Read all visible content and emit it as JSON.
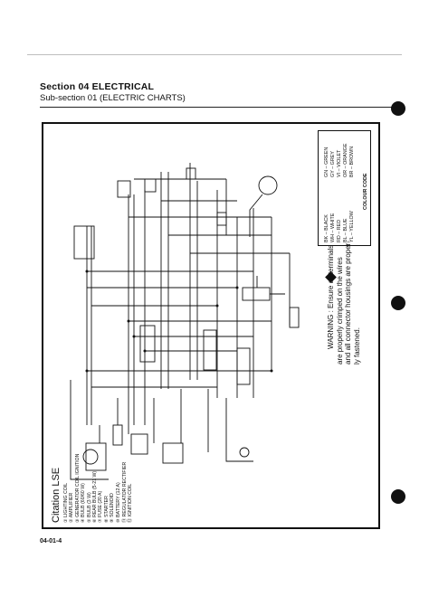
{
  "header": {
    "section": "Section 04   ELECTRICAL",
    "subsection": "Sub-section 01   (ELECTRIC CHARTS)"
  },
  "diagram": {
    "title": "Citation LSE",
    "legend": [
      "① LIGHTING COIL",
      "② AMPLIFIER",
      "③ GENERATOR COIL IGNITION",
      "④ BULB (60/60 W)",
      "⑤ BULB (3 W)",
      "⑥ REAR BULB (5-21 W)",
      "⑦ FUSE (20 A)",
      "⑧ STARTER",
      "⑨ SOLENOID",
      "⑩ BATTERY (12 A)",
      "⑪ REGULATOR RECTIFIER",
      "⑫ IGNITION COIL"
    ],
    "warning_lines": [
      "WARNING : Ensure all terminals",
      "are properly crimped on the wires",
      "and all connector housings are proper-",
      "ly fastened."
    ],
    "colour_code": {
      "title": "COLOUR CODE",
      "left": [
        "BK – BLACK",
        "WH – WHITE",
        "RD – RED",
        "BL – BLUE",
        "YL – YELLOW"
      ],
      "right": [
        "GN – GREEN",
        "GY – GREY",
        "VI – VIOLET",
        "OR – ORANGE",
        "BR – BROWN"
      ]
    },
    "colors": {
      "ink": "#111111",
      "paper": "#ffffff",
      "rule": "#bdbdbd"
    }
  },
  "footer": {
    "page": "04-01-4"
  }
}
